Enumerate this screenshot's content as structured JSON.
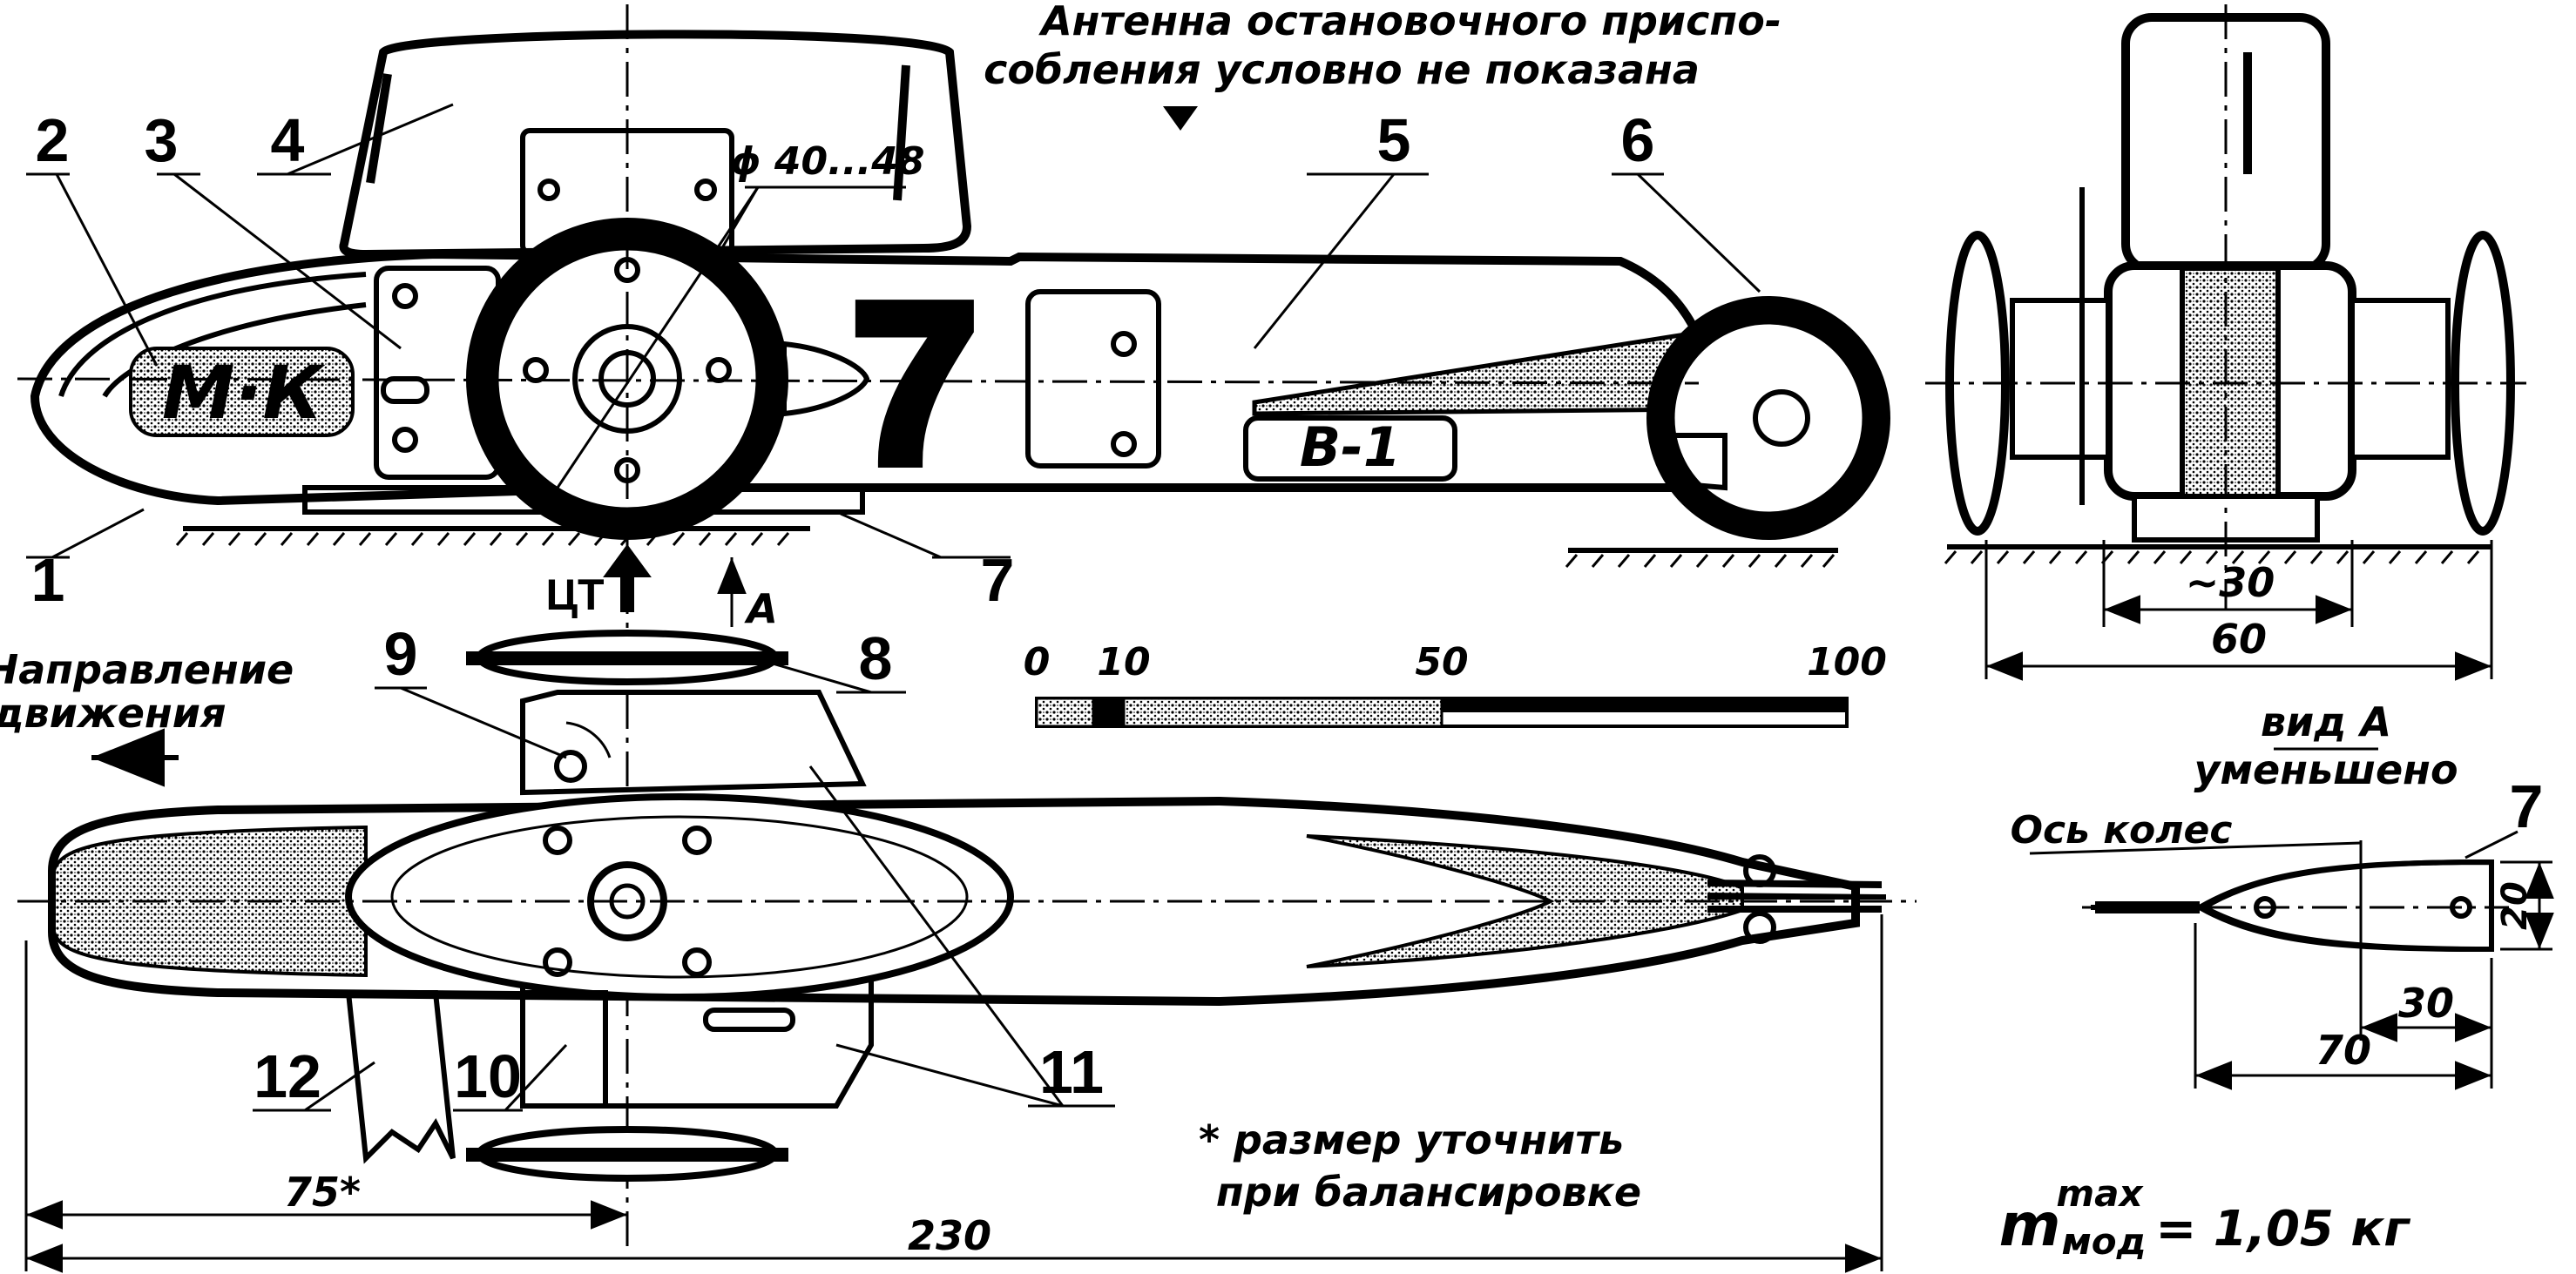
{
  "note_top": {
    "line1": "Антенна остановочного приспо-",
    "line2": "собления условно не показана"
  },
  "diameter": "ϕ 40...48",
  "labels": {
    "p1": "1",
    "p2": "2",
    "p3": "3",
    "p4": "4",
    "p5": "5",
    "p6": "6",
    "p7": "7",
    "p7b": "7",
    "p8": "8",
    "p9": "9",
    "p10": "10",
    "p11": "11",
    "p12": "12"
  },
  "body_markings": {
    "race_number": "7",
    "logo": "М·К",
    "class_badge": "В-1"
  },
  "ct_label": "ЦТ",
  "arrow_a": "А",
  "direction": {
    "line1": "Направление",
    "line2": "движения"
  },
  "scale": {
    "ticks": [
      "0",
      "10",
      "50",
      "100"
    ]
  },
  "view_a": {
    "line1": "вид А",
    "line2": "уменьшено"
  },
  "wheel_axis": "Ось колес",
  "dims": {
    "side_track": "~30",
    "side_width": "60",
    "total_length": "230",
    "balance_length": "75*",
    "detail_height": "20",
    "detail_axis": "30",
    "detail_length": "70"
  },
  "footnote": {
    "line1": "* размер уточнить",
    "line2": "при балансировке"
  },
  "mass": {
    "symbol": "m",
    "sup": "max",
    "sub": "мод",
    "value": "= 1,05 кг"
  }
}
